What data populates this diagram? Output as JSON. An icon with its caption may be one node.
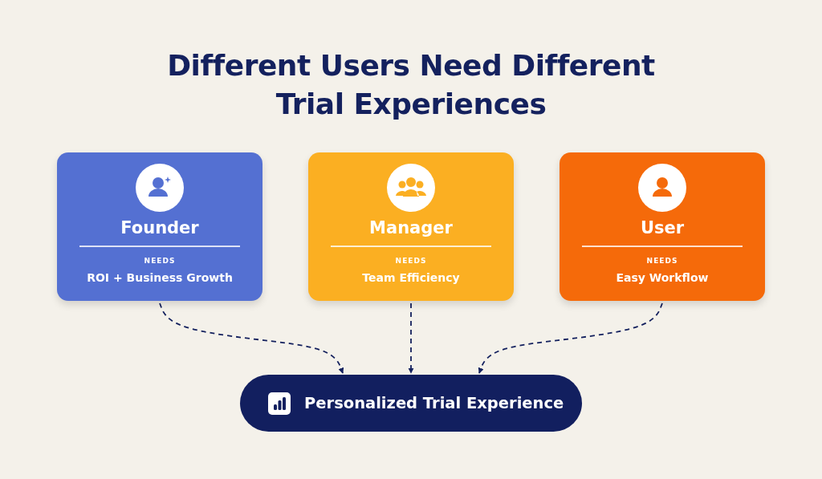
{
  "diagram": {
    "title": "Different Users Need Different Trial Experiences",
    "nodes": [
      {
        "text": [
          "Founder",
          "NEEDS",
          "ROI + Business Growth"
        ]
      },
      {
        "text": [
          "Manager",
          "NEEDS",
          "Team Efficiency"
        ]
      },
      {
        "text": [
          "User",
          "NEEDS",
          "Easy Workflow"
        ]
      },
      {
        "text": [
          "Personalized Trial Experience"
        ]
      }
    ],
    "edges": [
      {
        "from": 0,
        "to": 3,
        "arrow": "to",
        "style": "dashed"
      },
      {
        "from": 1,
        "to": 3,
        "arrow": "to",
        "style": "dashed"
      },
      {
        "from": 2,
        "to": 3,
        "arrow": "to",
        "style": "dashed"
      }
    ]
  }
}
